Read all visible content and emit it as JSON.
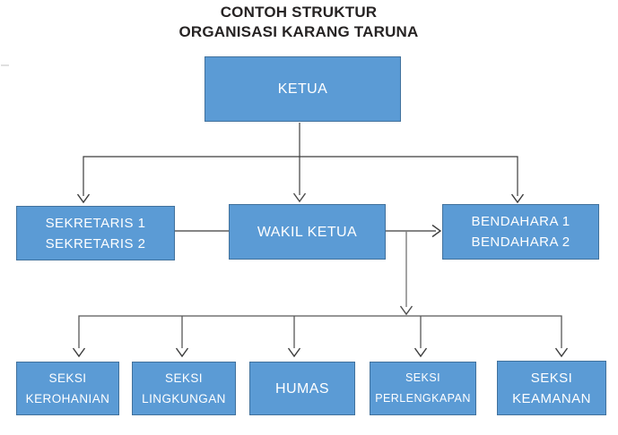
{
  "title": {
    "line1": "CONTOH STRUKTUR",
    "line2": "ORGANISASI KARANG TARUNA"
  },
  "nodes": {
    "ketua": {
      "label": "KETUA"
    },
    "sekretaris": {
      "lines": [
        "SEKRETARIS 1",
        "SEKRETARIS 2"
      ]
    },
    "wakil_ketua": {
      "label": "WAKIL KETUA"
    },
    "bendahara": {
      "lines": [
        "BENDAHARA 1",
        "BENDAHARA 2"
      ]
    },
    "seksi_kerohanian": {
      "lines": [
        "SEKSI",
        "KEROHANIAN"
      ]
    },
    "seksi_lingkungan": {
      "lines": [
        "SEKSI",
        "LINGKUNGAN"
      ]
    },
    "humas": {
      "label": "HUMAS"
    },
    "seksi_perlengkapan": {
      "lines": [
        "SEKSI",
        "PERLENGKAPAN"
      ]
    },
    "seksi_keamanan": {
      "lines": [
        "SEKSI",
        "KEAMANAN"
      ]
    }
  },
  "edges": [
    {
      "from": "ketua",
      "to": "sekretaris",
      "style": "arrow"
    },
    {
      "from": "ketua",
      "to": "wakil_ketua",
      "style": "arrow"
    },
    {
      "from": "ketua",
      "to": "bendahara",
      "style": "arrow"
    },
    {
      "from": "sekretaris",
      "to": "wakil_ketua",
      "style": "line"
    },
    {
      "from": "wakil_ketua",
      "to": "bendahara",
      "style": "arrow"
    },
    {
      "from": "wakil_ketua",
      "to": "seksi_kerohanian",
      "style": "arrow"
    },
    {
      "from": "wakil_ketua",
      "to": "seksi_lingkungan",
      "style": "arrow"
    },
    {
      "from": "wakil_ketua",
      "to": "humas",
      "style": "arrow"
    },
    {
      "from": "wakil_ketua",
      "to": "seksi_perlengkapan",
      "style": "arrow"
    },
    {
      "from": "wakil_ketua",
      "to": "seksi_keamanan",
      "style": "arrow"
    }
  ],
  "colors": {
    "box_fill": "#5b9bd5",
    "box_border": "#41719c",
    "box_text": "#ffffff",
    "title_text": "#262323",
    "connector_dark": "#3c3c3c",
    "connector_grey": "#8c8c8c"
  }
}
